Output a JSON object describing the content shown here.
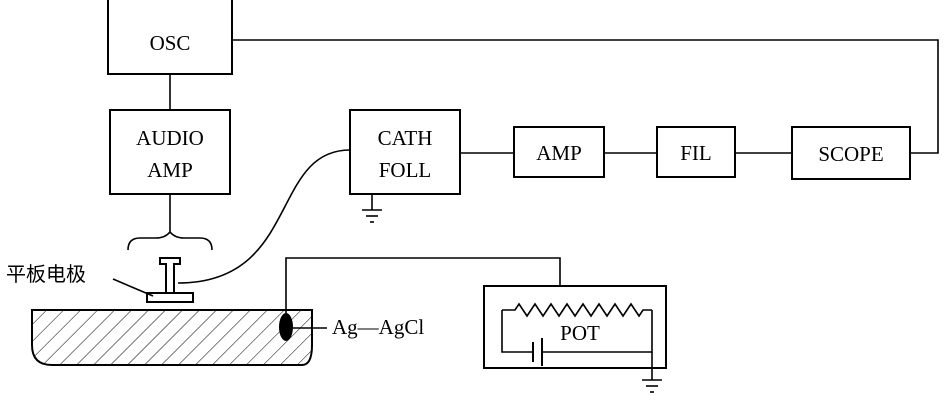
{
  "blocks": {
    "osc": "OSC",
    "audio_amp_line1": "AUDIO",
    "audio_amp_line2": "AMP",
    "cath_foll_line1": "CATH",
    "cath_foll_line2": "FOLL",
    "amp": "AMP",
    "fil": "FIL",
    "scope": "SCOPE",
    "pot": "POT"
  },
  "labels": {
    "plate_electrode": "平板电极",
    "reference_electrode": "Ag—AgCl"
  },
  "colors": {
    "ink": "#000000",
    "background": "#ffffff"
  }
}
